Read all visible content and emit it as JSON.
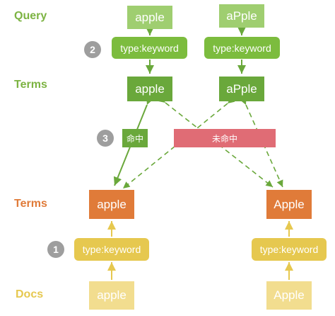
{
  "row_labels": {
    "query": "Query",
    "terms_top": "Terms",
    "terms_bottom": "Terms",
    "docs": "Docs"
  },
  "query": [
    "apple",
    "aPple"
  ],
  "query_analyzer": "type:keyword",
  "query_terms": [
    "apple",
    "aPple"
  ],
  "step_badges": [
    "1",
    "2",
    "3"
  ],
  "match_hit": "命中",
  "match_miss": "未命中",
  "doc_terms": [
    "apple",
    "Apple"
  ],
  "doc_analyzer": "type:keyword",
  "docs": [
    "apple",
    "Apple"
  ],
  "colors": {
    "query_box": "#9fce70",
    "query_analyzer": "#7cbc3e",
    "query_term": "#6aa83b",
    "row_label_green": "#7cb342",
    "hit": "#6aa83b",
    "miss": "#e06c75",
    "doc_term": "#e07b39",
    "doc_term_label": "#e07b39",
    "doc_analyzer": "#e6c84f",
    "doc_box": "#f2dd8f",
    "docs_label": "#e6c84f",
    "badge": "#9e9e9e"
  }
}
